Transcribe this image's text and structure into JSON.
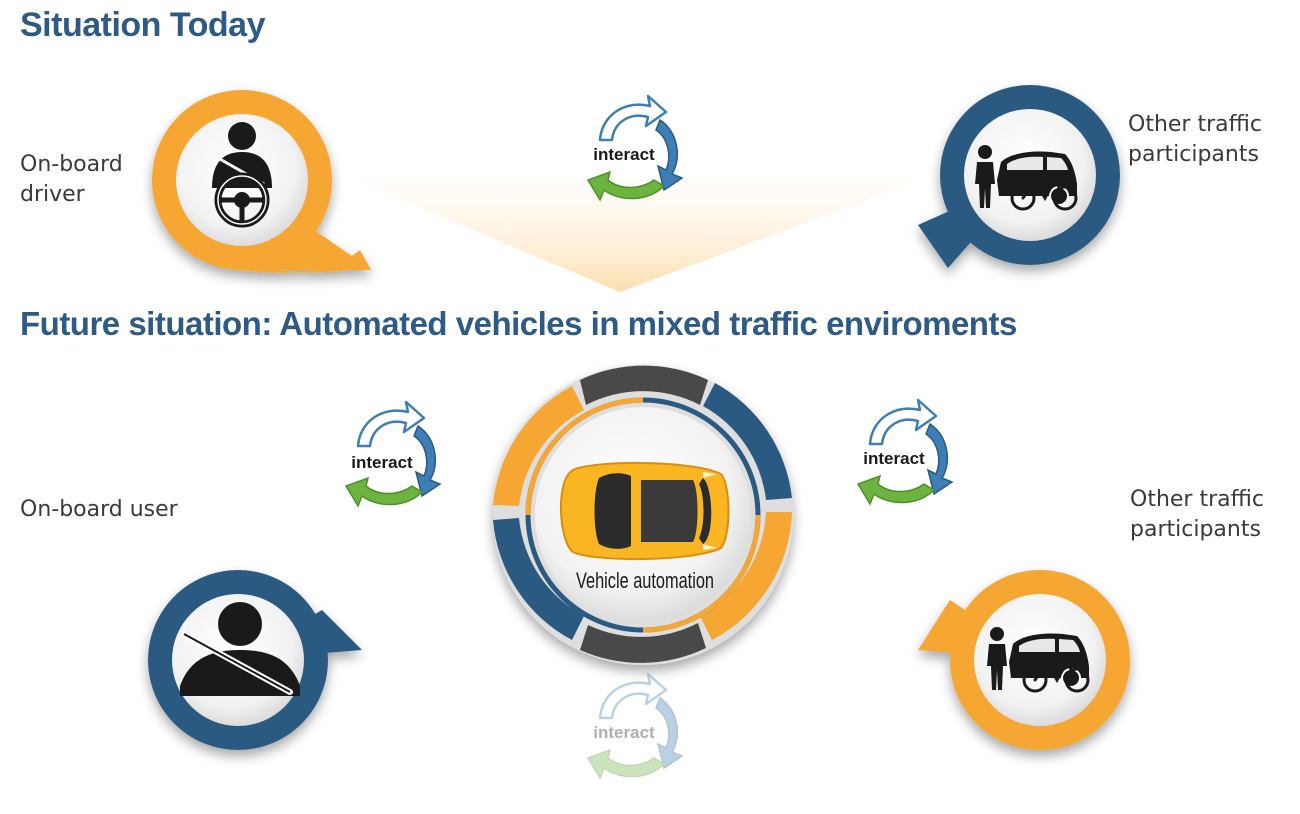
{
  "headings": {
    "today": "Situation Today",
    "future": "Future situation: Automated vehicles in mixed traffic enviroments"
  },
  "labels": {
    "onboard_driver_line1": "On-board",
    "onboard_driver_line2": "driver",
    "other_traffic_top_line1": "Other traffic",
    "other_traffic_top_line2": "participants",
    "onboard_user": "On-board user",
    "other_traffic_bottom_line1": "Other traffic",
    "other_traffic_bottom_line2": "participants"
  },
  "interact": {
    "top": "interact",
    "left": "interact",
    "right": "interact",
    "bottom": "interact"
  },
  "center": {
    "label": "Vehicle automation"
  },
  "icons": {
    "driver": "driver-steering-wheel-icon",
    "user": "seatbelt-passenger-icon",
    "traffic": "pedestrian-bicycle-car-icon",
    "car": "car-top-view-icon",
    "cycle": "interact-cycle-icon"
  },
  "colors": {
    "orange": "#f6a632",
    "blue": "#2c5a82",
    "dark_gray": "#4a4a4a",
    "heading": "#2e5b86",
    "arrow_blue": "#3d7eb5",
    "arrow_green": "#6cb33f"
  }
}
